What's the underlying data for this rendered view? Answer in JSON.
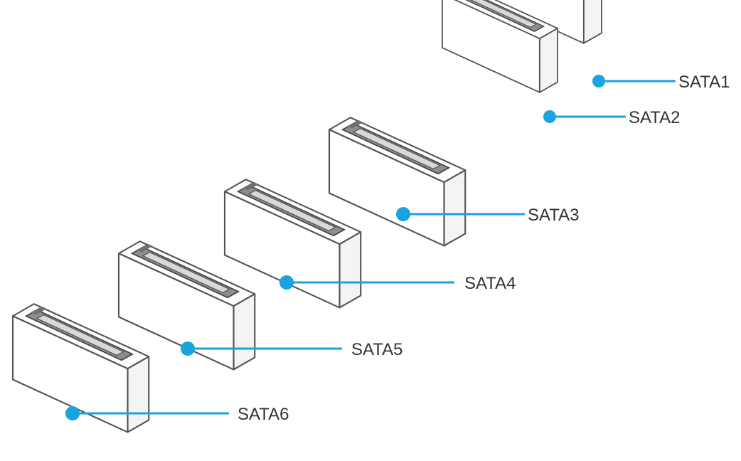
{
  "diagram": {
    "accent_color": "#1aa3df",
    "connectors": [
      {
        "label": "SATA1"
      },
      {
        "label": "SATA2"
      },
      {
        "label": "SATA3"
      },
      {
        "label": "SATA4"
      },
      {
        "label": "SATA5"
      },
      {
        "label": "SATA6"
      }
    ]
  }
}
